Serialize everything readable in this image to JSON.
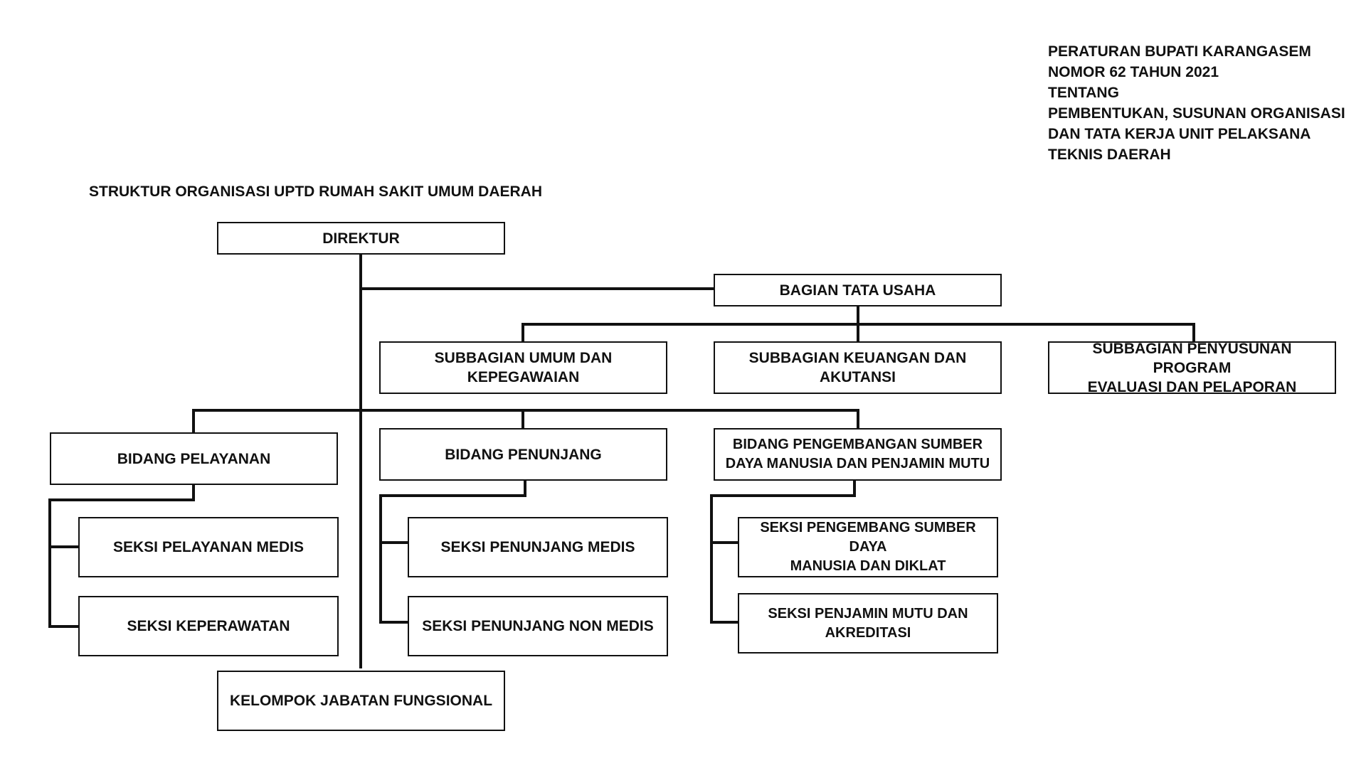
{
  "header": {
    "lines": [
      "PERATURAN BUPATI KARANGASEM",
      "NOMOR 62 TAHUN 2021",
      "TENTANG",
      "PEMBENTUKAN, SUSUNAN ORGANISASI",
      "DAN TATA KERJA UNIT PELAKSANA",
      "TEKNIS DAERAH"
    ]
  },
  "title": "STRUKTUR ORGANISASI UPTD RUMAH SAKIT UMUM DAERAH",
  "nodes": {
    "direktur": "DIREKTUR",
    "tata_usaha": "BAGIAN TATA USAHA",
    "sub_umum": [
      "SUBBAGIAN UMUM DAN",
      "KEPEGAWAIAN"
    ],
    "sub_keuangan": [
      "SUBBAGIAN KEUANGAN DAN",
      "AKUTANSI"
    ],
    "sub_program": [
      "SUBBAGIAN PENYUSUNAN PROGRAM",
      "EVALUASI DAN PELAPORAN"
    ],
    "bid_pelayanan": "BIDANG PELAYANAN",
    "bid_penunjang": "BIDANG PENUNJANG",
    "bid_sdm": [
      "BIDANG PENGEMBANGAN SUMBER",
      "DAYA MANUSIA DAN PENJAMIN MUTU"
    ],
    "seksi_pelayanan_medis": "SEKSI PELAYANAN MEDIS",
    "seksi_keperawatan": "SEKSI KEPERAWATAN",
    "seksi_penunjang_medis": "SEKSI PENUNJANG MEDIS",
    "seksi_penunjang_non_medis": "SEKSI PENUNJANG NON MEDIS",
    "seksi_sdm": [
      "SEKSI PENGEMBANG SUMBER DAYA",
      "MANUSIA DAN DIKLAT"
    ],
    "seksi_mutu": [
      "SEKSI PENJAMIN MUTU DAN",
      "AKREDITASI"
    ],
    "fungsional": "KELOMPOK JABATAN FUNGSIONAL"
  }
}
